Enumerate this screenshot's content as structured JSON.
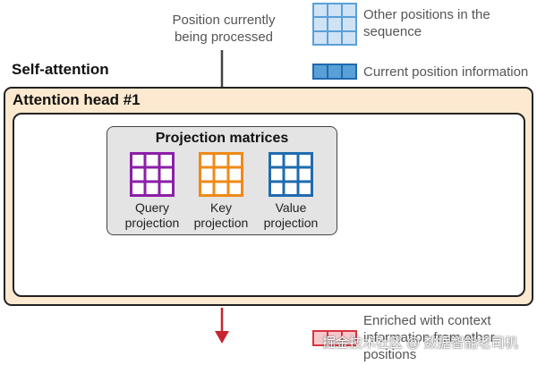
{
  "top_note": {
    "line1": "Position currently",
    "line2": "being processed"
  },
  "legend": {
    "other_positions": {
      "line1": "Other positions in the",
      "line2": "sequence",
      "color": "#5aa0d8"
    },
    "current_position": {
      "label": "Current position information",
      "color": "#3a86c8"
    },
    "enriched": {
      "line1": "Enriched with context",
      "line2": "information from other",
      "line3": "positions",
      "color": "#d9333f"
    }
  },
  "self_attention_label": "Self-attention",
  "attention_head_label": "Attention head #1",
  "projection": {
    "title": "Projection matrices",
    "matrices": [
      {
        "name_line1": "Query",
        "name_line2": "projection",
        "color": "#8b1fa8",
        "icon": "query-matrix-icon"
      },
      {
        "name_line1": "Key",
        "name_line2": "projection",
        "color": "#ef8a17",
        "icon": "key-matrix-icon"
      },
      {
        "name_line1": "Value",
        "name_line2": "projection",
        "color": "#1f6bb0",
        "icon": "value-matrix-icon"
      }
    ]
  },
  "watermark": "掘金技术社区 @ 数据智能老司机",
  "colors": {
    "outer_fill": "#fde9cf",
    "arrow_gray": "#444444",
    "arrow_red": "#c8242f"
  }
}
